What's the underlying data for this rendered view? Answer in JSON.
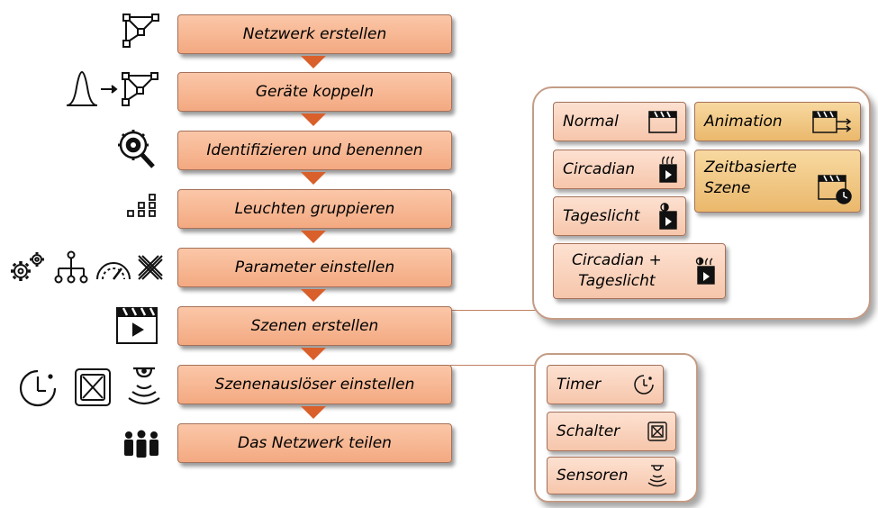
{
  "steps": [
    "Netzwerk erstellen",
    "Geräte koppeln",
    "Identifizieren und benennen",
    "Leuchten gruppieren",
    "Parameter einstellen",
    "Szenen erstellen",
    "Szenenauslöser einstellen",
    "Das Netzwerk teilen"
  ],
  "scene_types": {
    "normal": "Normal",
    "circadian": "Circadian",
    "tageslicht": "Tageslicht",
    "circadian_tageslicht": "Circadian +\nTageslicht",
    "animation": "Animation",
    "zeitbasierte": "Zeitbasierte\nSzene"
  },
  "triggers": {
    "timer": "Timer",
    "schalter": "Schalter",
    "sensoren": "Sensoren"
  },
  "colors": {
    "step_fill": "#f3a981",
    "arrow": "#d95f2b",
    "chip_fill": "#f6c6ab",
    "chip_gold": "#eab86c",
    "panel_border": "#c49c86"
  },
  "icons": [
    "network-icon",
    "pair-device-icon",
    "identify-icon",
    "group-icon",
    "settings-icon",
    "hierarchy-icon",
    "gauge-icon",
    "tools-icon",
    "scene-clapper-icon",
    "clock-icon",
    "switch-icon",
    "sensor-icon",
    "people-icon"
  ]
}
